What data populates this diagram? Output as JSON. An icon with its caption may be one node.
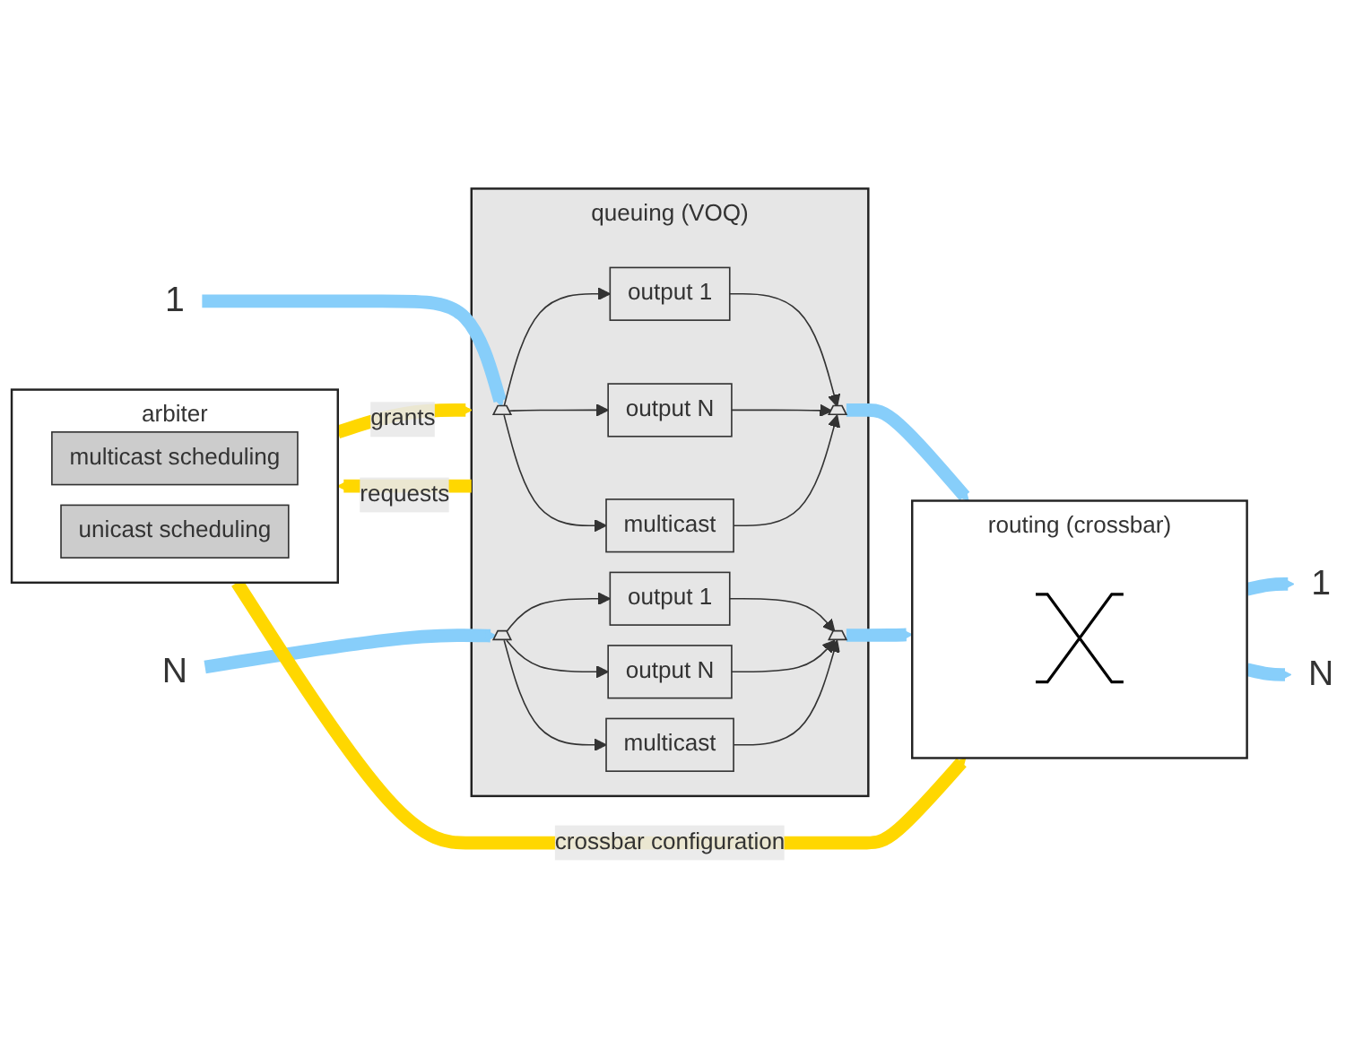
{
  "diagram": {
    "nodes": [
      {
        "text": [
          "1"
        ]
      },
      {
        "text": [
          "N"
        ]
      },
      {
        "text": [
          "queuing (VOQ)"
        ]
      },
      {
        "text": [],
        "shape": "trapezoid",
        "in": 2
      },
      {
        "text": [
          "output 1"
        ],
        "in": 2
      },
      {
        "text": [
          "output N"
        ],
        "in": 2
      },
      {
        "text": [
          "multicast"
        ],
        "in": 2
      },
      {
        "text": [],
        "shape": "trapezoid",
        "in": 2
      },
      {
        "text": [],
        "shape": "trapezoid",
        "in": 2
      },
      {
        "text": [
          "output 1"
        ],
        "in": 2
      },
      {
        "text": [
          "output N"
        ],
        "in": 2
      },
      {
        "text": [
          "multicast"
        ],
        "in": 2
      },
      {
        "text": [],
        "shape": "trapezoid",
        "in": 2
      },
      {
        "text": [
          "routing (crossbar)"
        ]
      },
      {
        "text": [],
        "shape": "picture",
        "in": 13
      },
      {
        "text": [
          "1"
        ]
      },
      {
        "text": [
          "N"
        ]
      },
      {
        "text": [
          "arbiter"
        ]
      },
      {
        "text": [
          "multicast scheduling"
        ],
        "in": 17
      },
      {
        "text": [
          "unicast scheduling"
        ],
        "in": 17
      }
    ],
    "edges": [
      {
        "from": 0,
        "to": 3,
        "arrow": "to",
        "style": "thick",
        "color": "#87cefa"
      },
      {
        "from": 1,
        "to": 8,
        "arrow": "to",
        "style": "thick",
        "color": "#87cefa"
      },
      {
        "from": 3,
        "to": 4,
        "arrow": "to"
      },
      {
        "from": 3,
        "to": 5,
        "arrow": "to"
      },
      {
        "from": 3,
        "to": 6,
        "arrow": "to"
      },
      {
        "from": 4,
        "to": 7,
        "arrow": "to"
      },
      {
        "from": 5,
        "to": 7,
        "arrow": "to"
      },
      {
        "from": 6,
        "to": 7,
        "arrow": "to"
      },
      {
        "from": 8,
        "to": 9,
        "arrow": "to"
      },
      {
        "from": 8,
        "to": 10,
        "arrow": "to"
      },
      {
        "from": 8,
        "to": 11,
        "arrow": "to"
      },
      {
        "from": 9,
        "to": 12,
        "arrow": "to"
      },
      {
        "from": 10,
        "to": 12,
        "arrow": "to"
      },
      {
        "from": 11,
        "to": 12,
        "arrow": "to"
      },
      {
        "from": 7,
        "to": 13,
        "arrow": "to",
        "style": "thick",
        "color": "#87cefa"
      },
      {
        "from": 12,
        "to": 13,
        "arrow": "to",
        "style": "thick",
        "color": "#87cefa"
      },
      {
        "from": 13,
        "to": 15,
        "arrow": "to",
        "style": "thick",
        "color": "#87cefa"
      },
      {
        "from": 13,
        "to": 16,
        "arrow": "to",
        "style": "thick",
        "color": "#87cefa"
      },
      {
        "from": 2,
        "to": 17,
        "label": "requests",
        "arrow": "to",
        "style": "thick",
        "color": "#ffd700"
      },
      {
        "from": 17,
        "to": 2,
        "label": "grants",
        "arrow": "to",
        "style": "thick",
        "color": "#ffd700"
      },
      {
        "from": 17,
        "to": 13,
        "label": "crossbar configuration",
        "arrow": "to",
        "style": "thick",
        "color": "#ffd700"
      }
    ]
  }
}
